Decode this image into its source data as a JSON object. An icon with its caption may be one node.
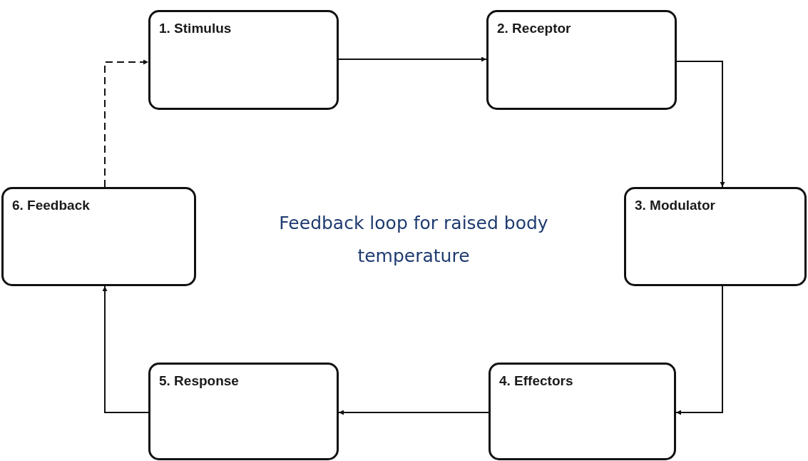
{
  "diagram": {
    "title": "Feedback loop for raised body temperature",
    "nodes": [
      {
        "text": [
          "1. Stimulus"
        ]
      },
      {
        "text": [
          "2. Receptor"
        ]
      },
      {
        "text": [
          "3. Modulator"
        ]
      },
      {
        "text": [
          "4. Effectors"
        ]
      },
      {
        "text": [
          "5. Response"
        ]
      },
      {
        "text": [
          "6. Feedback"
        ]
      }
    ],
    "edges": [
      {
        "from": 0,
        "to": 1,
        "arrow": "to"
      },
      {
        "from": 1,
        "to": 2,
        "arrow": "to"
      },
      {
        "from": 2,
        "to": 3,
        "arrow": "to"
      },
      {
        "from": 3,
        "to": 4,
        "arrow": "to"
      },
      {
        "from": 4,
        "to": 5,
        "arrow": "to"
      },
      {
        "from": 5,
        "to": 0,
        "arrow": "to",
        "style": "dashed"
      }
    ]
  }
}
